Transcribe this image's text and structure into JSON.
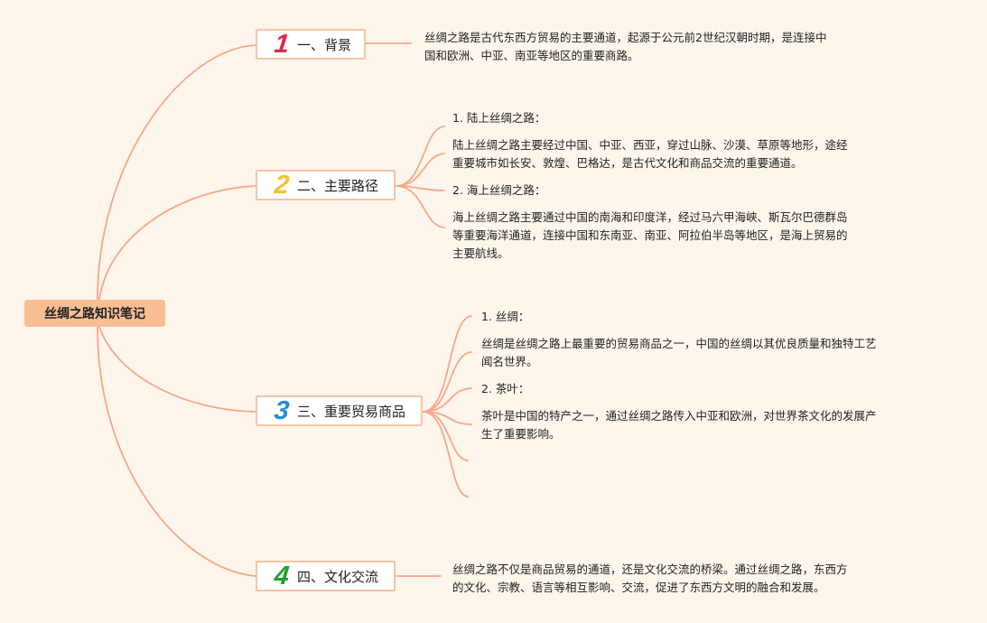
{
  "root": {
    "label": "丝绸之路知识笔记"
  },
  "colors": {
    "link": "#F6A887",
    "root_bg": "#F9BE94",
    "num1": "#E0274A",
    "num2": "#F2C230",
    "num3": "#1F8FD8",
    "num4": "#1EA12B"
  },
  "topics": [
    {
      "num": "1",
      "label": "一、背景",
      "text_lines": [
        "丝绸之路是古代东西方贸易的主要通道，起源于公元前2世纪汉朝时期，是连接中",
        "国和欧洲、中亚、南亚等地区的重要商路。"
      ]
    },
    {
      "num": "2",
      "label": "二、主要路径",
      "subs": [
        {
          "title": "1. 陆上丝绸之路：",
          "lines": [
            "陆上丝绸之路主要经过中国、中亚、西亚，穿过山脉、沙漠、草原等地形，途经",
            "重要城市如长安、敦煌、巴格达，是古代文化和商品交流的重要通道。"
          ]
        },
        {
          "title": "2. 海上丝绸之路：",
          "lines": [
            "海上丝绸之路主要通过中国的南海和印度洋，经过马六甲海峡、斯瓦尔巴德群岛",
            "等重要海洋通道，连接中国和东南亚、南亚、阿拉伯半岛等地区，是海上贸易的",
            "主要航线。"
          ]
        }
      ]
    },
    {
      "num": "3",
      "label": "三、重要贸易商品",
      "subs": [
        {
          "title": "1. 丝绸：",
          "lines": [
            "丝绸是丝绸之路上最重要的贸易商品之一，中国的丝绸以其优良质量和独特工艺",
            "闻名世界。"
          ]
        },
        {
          "title": "2. 茶叶：",
          "lines": [
            "茶叶是中国的特产之一，通过丝绸之路传入中亚和欧洲，对世界茶文化的发展产",
            "生了重要影响。"
          ]
        }
      ]
    },
    {
      "num": "4",
      "label": "四、文化交流",
      "text_lines": [
        "丝绸之路不仅是商品贸易的通道，还是文化交流的桥梁。通过丝绸之路，东西方",
        "的文化、宗教、语言等相互影响、交流，促进了东西方文明的融合和发展。"
      ]
    }
  ]
}
